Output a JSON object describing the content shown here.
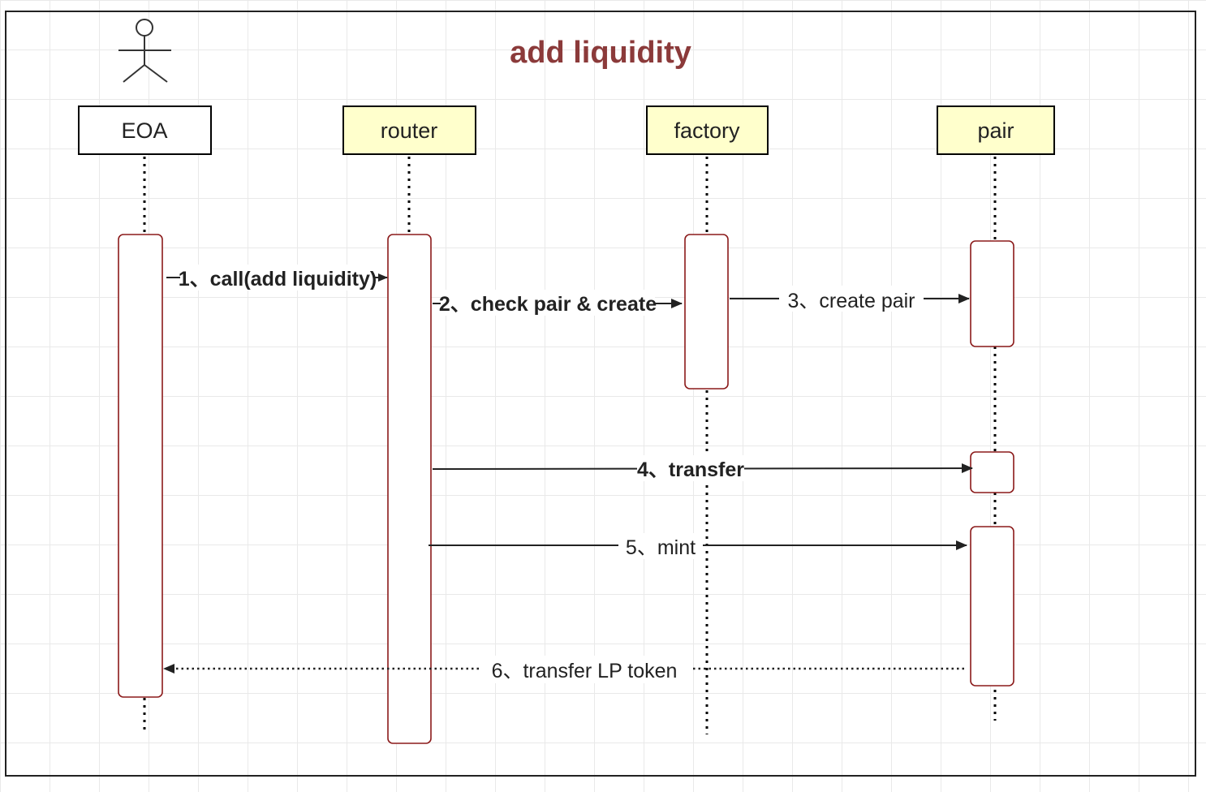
{
  "title": "add liquidity",
  "colors": {
    "title": "#8b3a3a",
    "eoa_fill": "#ffffff",
    "participant_fill": "#ffffcc",
    "activation_stroke": "#8b1a1a",
    "arrow": "#222222"
  },
  "actor_icon": "stick-figure-actor-icon",
  "participants": {
    "eoa": "EOA",
    "router": "router",
    "factory": "factory",
    "pair": "pair"
  },
  "messages": {
    "m1": "1、call(add liquidity)",
    "m2": "2、check pair & create",
    "m3": "3、create pair",
    "m4": "4、transfer",
    "m5": "5、mint",
    "m6": "6、transfer LP token"
  }
}
